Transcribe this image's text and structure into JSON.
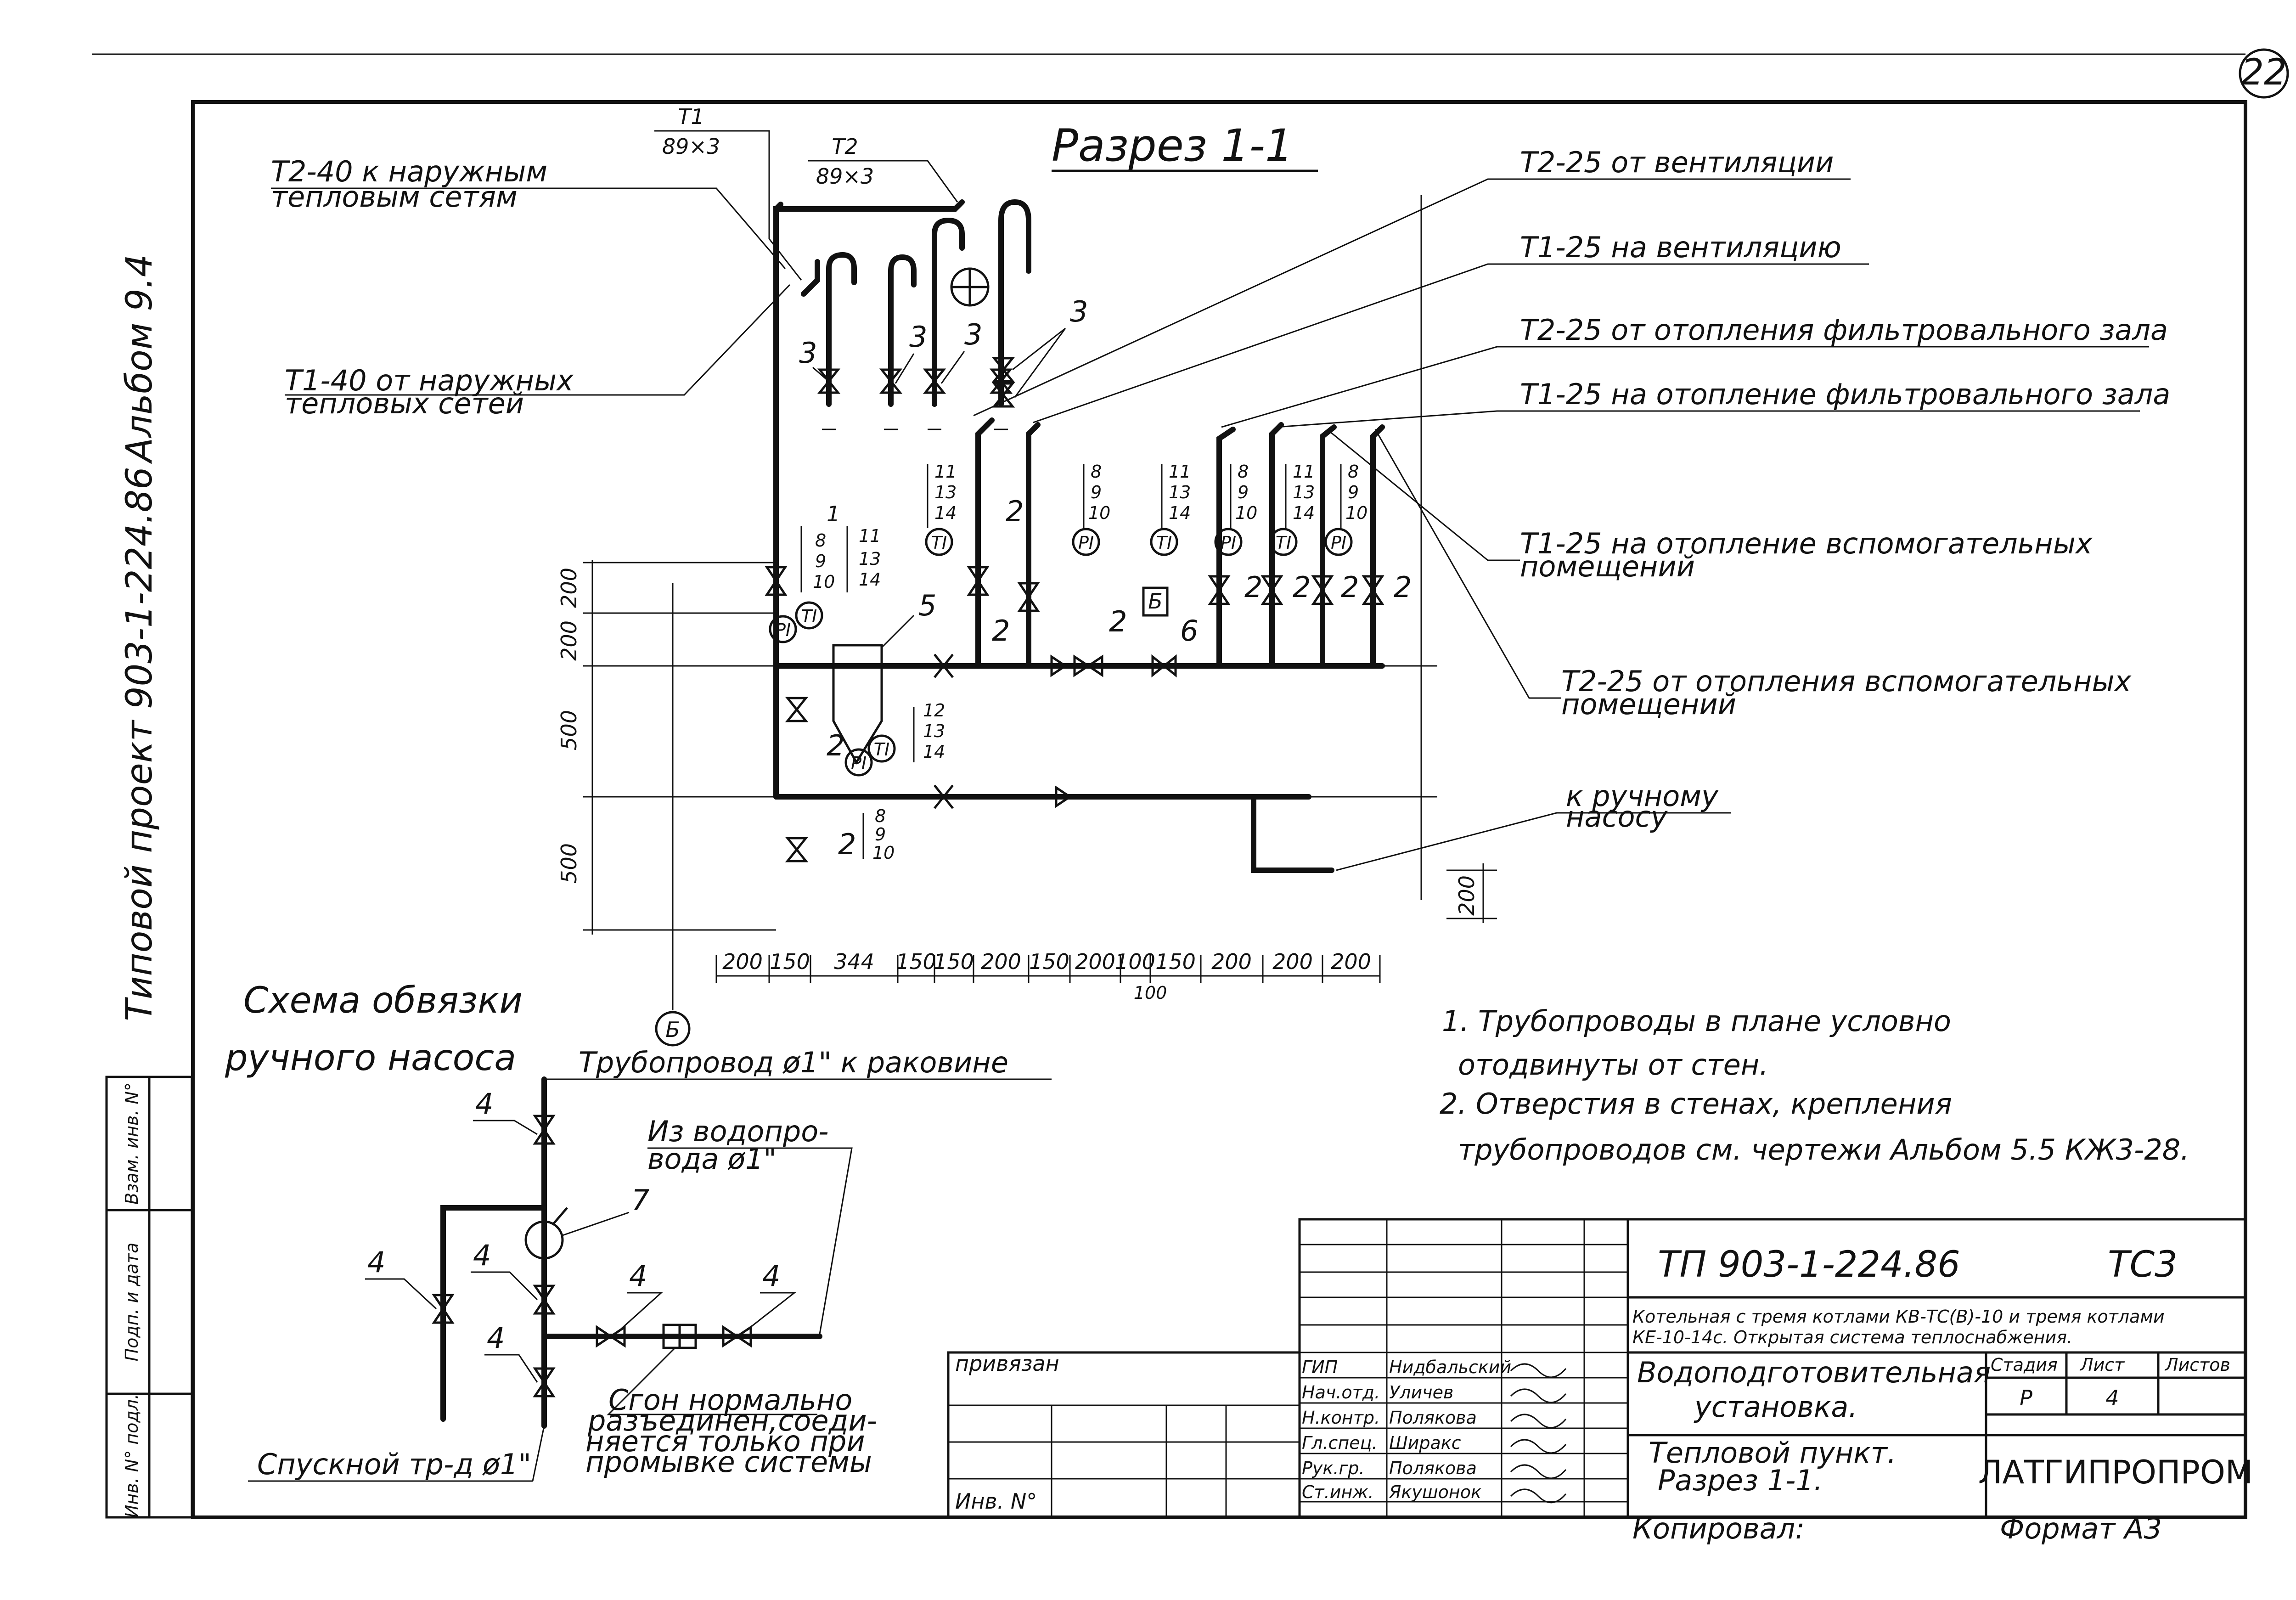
{
  "sheet_number": "22",
  "title": "Разрез 1-1",
  "side_labels": {
    "album": "Альбом 9.4",
    "project": "Типовой проект 903-1-224.86"
  },
  "pipe_specs": {
    "t1": {
      "name": "Т1",
      "size": "89×3"
    },
    "t2": {
      "name": "Т2",
      "size": "89×3"
    }
  },
  "left_labels": {
    "t2_40_line1": "Т2-40 к наружным",
    "t2_40_line2": "тепловым сетям",
    "t1_40_line1": "Т1-40 от наружных",
    "t1_40_line2": "тепловых сетей"
  },
  "right_labels": {
    "r1": "Т2-25 от вентиляции",
    "r2": "Т1-25 на вентиляцию",
    "r3": "Т2-25 от отопления фильтровального зала",
    "r4": "Т1-25 на отопление фильтровального зала",
    "r5_line1": "Т1-25 на отопление вспомогательных",
    "r5_line2": "помещений",
    "r6_line1": "Т2-25 от отопления вспомогательных",
    "r6_line2": "помещений",
    "pump_line1": "к ручному",
    "pump_line2": "насосу"
  },
  "callouts": {
    "n1": "1",
    "n2": "2",
    "n3": "3",
    "n4": "4",
    "n5": "5",
    "n6": "6",
    "n7": "7",
    "n8": "8",
    "n9": "9",
    "n10": "10",
    "n11": "11",
    "n12": "12",
    "n13": "13",
    "n14": "14",
    "b": "Б"
  },
  "instruments": {
    "ti": "TI",
    "pi": "PI"
  },
  "dimensions": {
    "horizontal": [
      "200",
      "150",
      "344",
      "150",
      "150",
      "200",
      "150",
      "200",
      "100",
      "150",
      "200",
      "200",
      "200"
    ],
    "sub": "100",
    "vertical": [
      "200",
      "200",
      "500",
      "500"
    ],
    "right": "200"
  },
  "hand_pump": {
    "title_line1": "Схема обвязки",
    "title_line2": "ручного насоса",
    "pipe_to_sink": "Трубопровод ø1\" к раковине",
    "water_line1": "Из водопро-",
    "water_line2": "вода ø1\"",
    "drain": "Спускной тр-д ø1\"",
    "note_line1": "Сгон нормально",
    "note_line2": "разъединен,соеди-",
    "note_line3": "няется только при",
    "note_line4": "промывке системы"
  },
  "notes": {
    "n1_line1": "1. Трубопроводы в плане условно",
    "n1_line2": "отодвинуты от стен.",
    "n2_line1": "2. Отверстия в стенах, крепления",
    "n2_line2": "трубопроводов см. чертежи Альбом 5.5 КЖ3-28."
  },
  "title_block": {
    "code": "ТП 903-1-224.86",
    "mark": "ТС3",
    "desc_line1": "Котельная с тремя котлами КВ-ТС(В)-10 и тремя котлами",
    "desc_line2": "КЕ-10-14с. Открытая система теплоснабжения.",
    "section_line1": "Водоподготовительная",
    "section_line2": "установка.",
    "sheet_line1": "Тепловой пункт.",
    "sheet_line2": "Разрез 1-1.",
    "stage_h": "Стадия",
    "sheet_h": "Лист",
    "sheets_h": "Листов",
    "stage": "Р",
    "sheet": "4",
    "org": "ЛАТГИПРОПРОМ",
    "attached": "привязан",
    "inv": "Инв. N°",
    "copied": "Копировал:",
    "format": "Формат А3",
    "roles": [
      "ГИП",
      "Нач.отд.",
      "Н.контр.",
      "Гл.спец.",
      "Рук.гр.",
      "Ст.инж."
    ],
    "names": [
      "Нидбальский",
      "Уличев",
      "Полякова",
      "Шиpaкс",
      "Полякова",
      "Якушонок"
    ]
  },
  "stamp_column": {
    "s1": "Взам. инв. N°",
    "s2": "Подп. и дата",
    "s3": "Инв. N° подл."
  }
}
